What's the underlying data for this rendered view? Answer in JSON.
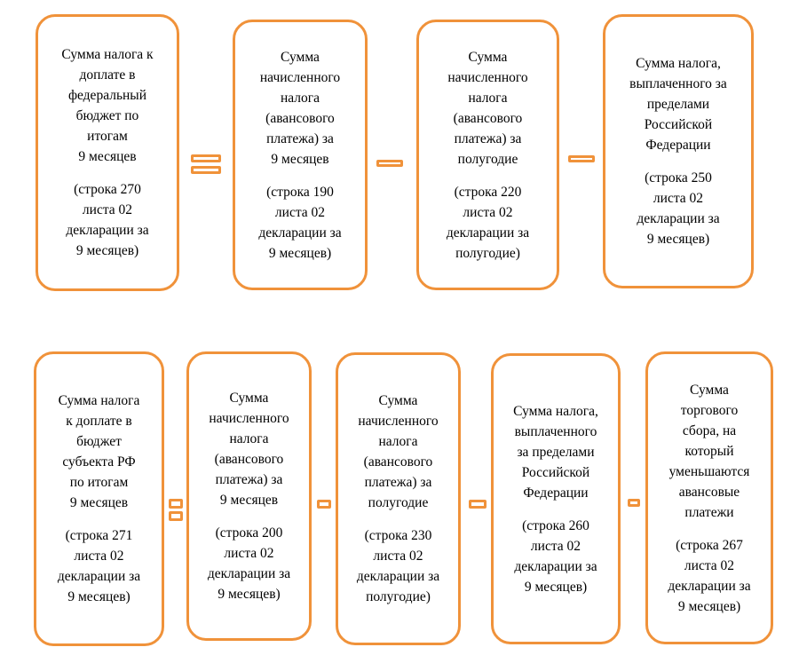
{
  "colors": {
    "accent": "#f0923a"
  },
  "row1": [
    {
      "main": "Сумма налога к\nдоплате в\nфедеральный\nбюджет по\nитогам\n9 месяцев",
      "ref": "(строка 270\nлиста 02\nдекларации за\n9 месяцев)"
    },
    {
      "main": "Сумма\nначисленного\nналога\n(авансового\nплатежа) за\n9 месяцев",
      "ref": "(строка 190\nлиста 02\nдекларации за\n9 месяцев)"
    },
    {
      "main": "Сумма\nначисленного\nналога\n(авансового\nплатежа) за\nполугодие",
      "ref": "(строка 220\nлиста 02\nдекларации за\nполугодие)"
    },
    {
      "main": "Сумма налога,\nвыплаченного за\nпределами\nРоссийской\nФедерации",
      "ref": "(строка 250\nлиста 02\nдекларации за\n9 месяцев)"
    }
  ],
  "row2": [
    {
      "main": "Сумма налога\nк доплате в\nбюджет\nсубъекта РФ\nпо итогам\n9 месяцев",
      "ref": "(строка 271\nлиста 02\nдекларации за\n9 месяцев)"
    },
    {
      "main": "Сумма\nначисленного\nналога\n(авансового\nплатежа) за\n9 месяцев",
      "ref": "(строка 200\nлиста 02\nдекларации за\n9 месяцев)"
    },
    {
      "main": "Сумма\nначисленного\nналога\n(авансового\nплатежа) за\nполугодие",
      "ref": "(строка 230\nлиста 02\nдекларации за\nполугодие)"
    },
    {
      "main": "Сумма налога,\nвыплаченного\nза пределами\nРоссийской\nФедерации",
      "ref": "(строка 260\nлиста 02\nдекларации за\n9 месяцев)"
    },
    {
      "main": "Сумма\nторгового\nсбора, на\nкоторый\nуменьшаются\nавансовые\nплатежи",
      "ref": "(строка 267\nлиста 02\nдекларации за\n9 месяцев)"
    }
  ],
  "operators": {
    "row1": [
      "equals-sign",
      "minus-sign",
      "minus-sign"
    ],
    "row2": [
      "equals-sign",
      "minus-sign",
      "minus-sign",
      "minus-sign"
    ]
  }
}
